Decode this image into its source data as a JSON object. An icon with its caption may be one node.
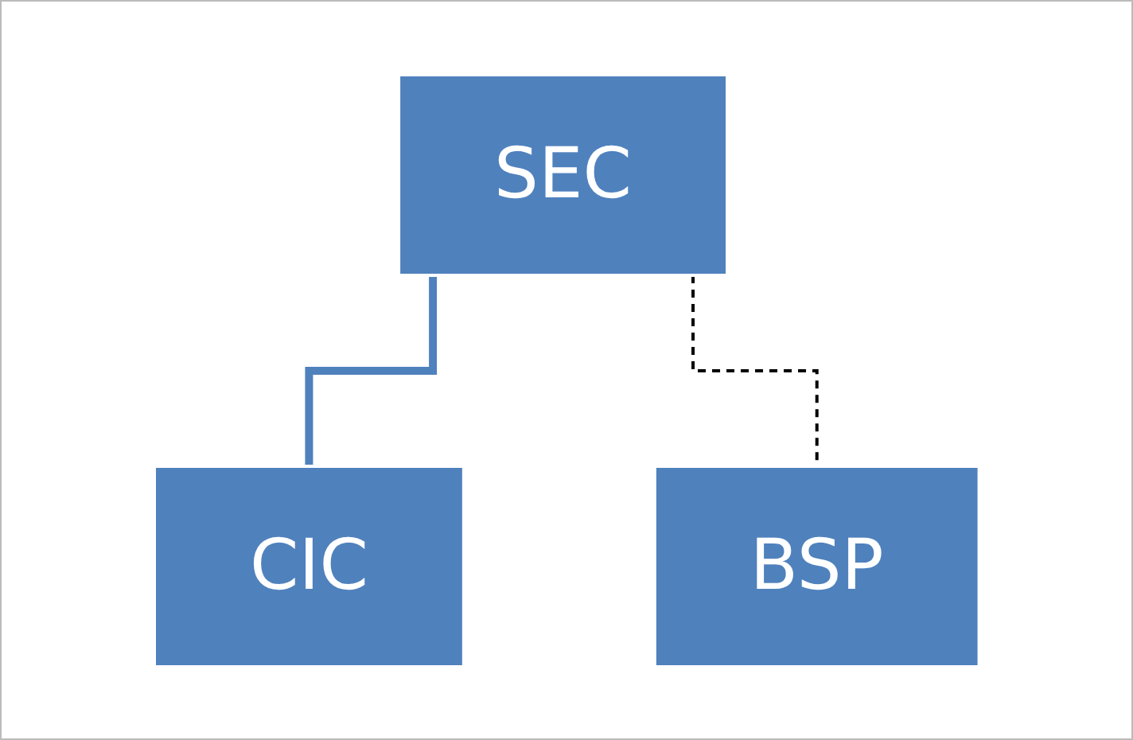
{
  "diagram": {
    "nodes": [
      {
        "text": [
          "SEC"
        ]
      },
      {
        "text": [
          "CIC"
        ]
      },
      {
        "text": [
          "BSP"
        ]
      }
    ],
    "edges": [
      {
        "from": 0,
        "to": 1,
        "arrow": "none",
        "style": "thick",
        "color": "#4f81bd"
      },
      {
        "from": 0,
        "to": 2,
        "arrow": "none",
        "style": "dashed",
        "color": "#000000"
      }
    ]
  }
}
